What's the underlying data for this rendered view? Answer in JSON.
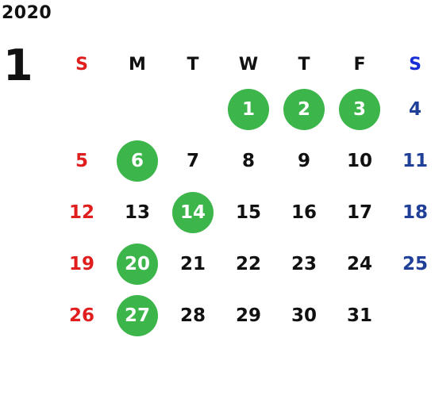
{
  "year": "2020",
  "month": "1",
  "colors": {
    "sunday_header": "#e01e1e",
    "saturday_header": "#1a2ed6",
    "weekday_header": "#111111",
    "sunday_date": "#e01e1e",
    "saturday_date": "#1f3f99",
    "weekday_date": "#111111",
    "highlight": "#3cb54a",
    "highlight_text": "#ffffff"
  },
  "weekdays": [
    "S",
    "M",
    "T",
    "W",
    "T",
    "F",
    "S"
  ],
  "weeks": [
    [
      {
        "d": ""
      },
      {
        "d": ""
      },
      {
        "d": ""
      },
      {
        "d": "1",
        "hl": true
      },
      {
        "d": "2",
        "hl": true
      },
      {
        "d": "3",
        "hl": true
      },
      {
        "d": "4"
      }
    ],
    [
      {
        "d": "5"
      },
      {
        "d": "6",
        "hl": true
      },
      {
        "d": "7"
      },
      {
        "d": "8"
      },
      {
        "d": "9"
      },
      {
        "d": "10"
      },
      {
        "d": "11"
      }
    ],
    [
      {
        "d": "12"
      },
      {
        "d": "13"
      },
      {
        "d": "14",
        "hl": true
      },
      {
        "d": "15"
      },
      {
        "d": "16"
      },
      {
        "d": "17"
      },
      {
        "d": "18"
      }
    ],
    [
      {
        "d": "19"
      },
      {
        "d": "20",
        "hl": true
      },
      {
        "d": "21"
      },
      {
        "d": "22"
      },
      {
        "d": "23"
      },
      {
        "d": "24"
      },
      {
        "d": "25"
      }
    ],
    [
      {
        "d": "26"
      },
      {
        "d": "27",
        "hl": true
      },
      {
        "d": "28"
      },
      {
        "d": "29"
      },
      {
        "d": "30"
      },
      {
        "d": "31"
      },
      {
        "d": ""
      }
    ]
  ]
}
